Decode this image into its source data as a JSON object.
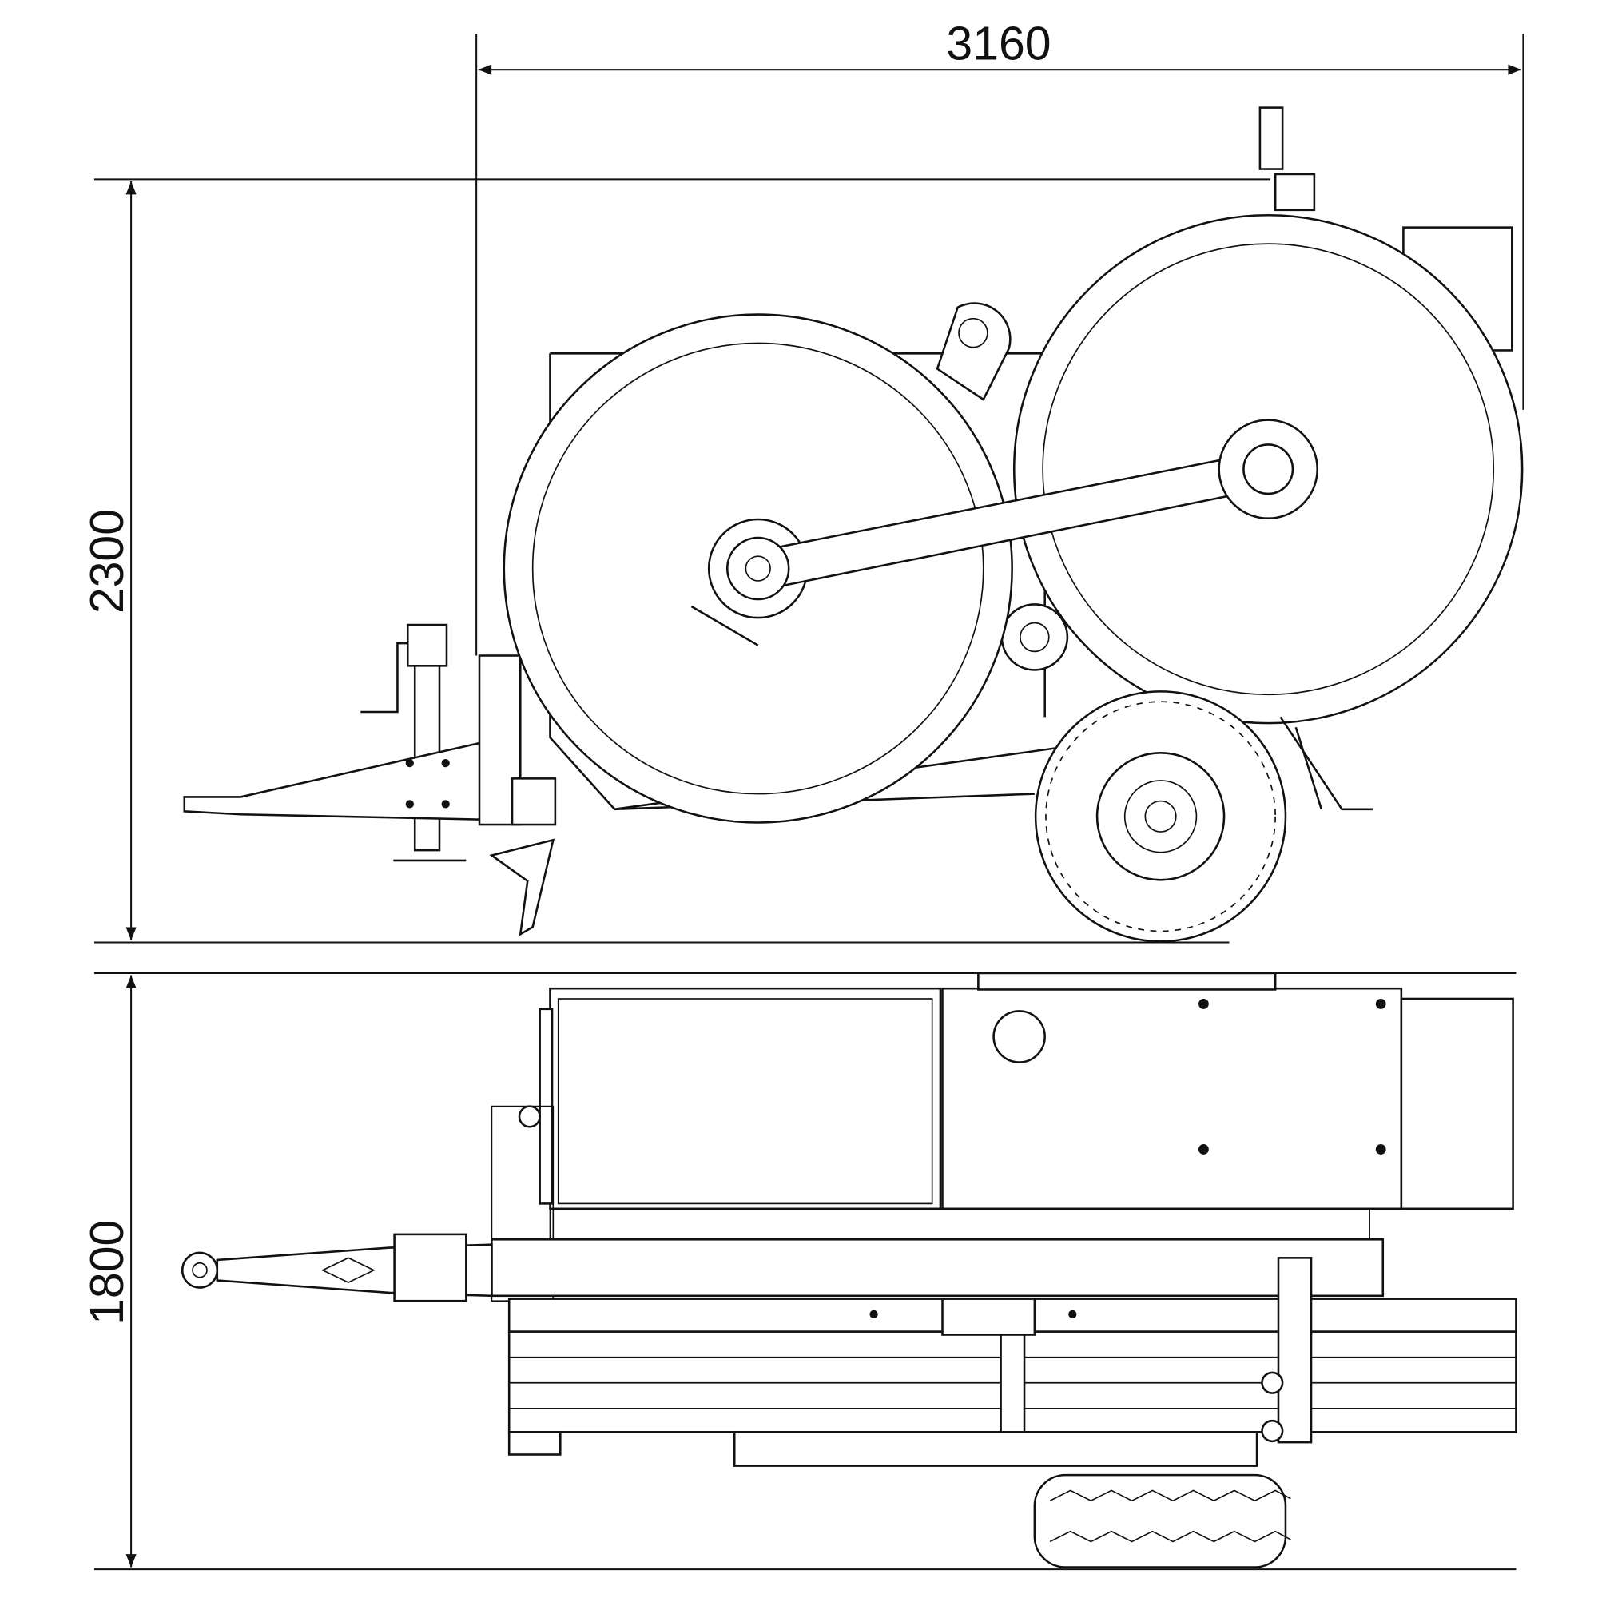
{
  "dimensions": {
    "length": "3160",
    "height": "2300",
    "width": "1800"
  },
  "colors": {
    "line": "#111111",
    "background": "#ffffff"
  }
}
